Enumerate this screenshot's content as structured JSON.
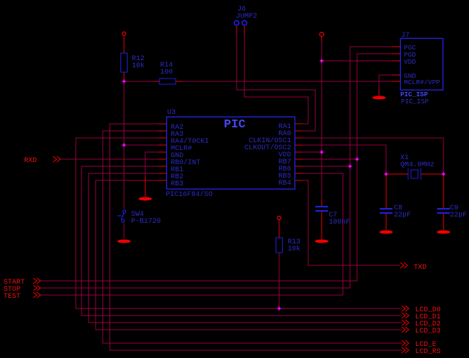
{
  "colors": {
    "background": "#000000",
    "wire": "#9A0042",
    "pin_wire": "#F00000",
    "label_red": "#F01010",
    "symbol_blue": "#2020D8",
    "text_blue": "#2C2CC2",
    "text_blue_bright": "#4646EE",
    "junction": "#FF00FF"
  },
  "pic": {
    "ref": "U3",
    "title": "PIC",
    "part": "PIC16F84/SO",
    "left_pins": [
      "RA2",
      "RA3",
      "RA4/T0CKI",
      "MCLR#",
      "GND",
      "RB0/INT",
      "RB1",
      "RB2",
      "RB3"
    ],
    "right_pins": [
      "RA1",
      "RA0",
      "CLKIN/OSC1",
      "CLKOUT/OSC2",
      "VDD",
      "RB7",
      "RB6",
      "RB5",
      "RB4"
    ]
  },
  "isp": {
    "ref": "J7",
    "pins": [
      "PGC",
      "PGD",
      "VDD",
      "GND",
      "MCLR#/VPP"
    ],
    "value": "PIC_ISP",
    "name": "PIC_ISP"
  },
  "jumper": {
    "ref": "J6",
    "value": "JUMP2"
  },
  "resistors": {
    "r12": {
      "ref": "R12",
      "value": "10k"
    },
    "r13": {
      "ref": "R13",
      "value": "10k"
    },
    "r14": {
      "ref": "R14",
      "value": "100"
    }
  },
  "capacitors": {
    "c7": {
      "ref": "C7",
      "value": "100nF"
    },
    "c8": {
      "ref": "C8",
      "value": "22pF"
    },
    "c9": {
      "ref": "C9",
      "value": "22pF"
    }
  },
  "crystal": {
    "ref": "X1",
    "value": "QM4.0MHz"
  },
  "switch": {
    "ref": "SW4",
    "value": "P-B1720"
  },
  "net_labels": {
    "rxd": "RXD",
    "txd": "TXD",
    "start": "START",
    "stop": "STOP",
    "test": "TEST",
    "lcd_d0": "LCD_D0",
    "lcd_d1": "LCD_D1",
    "lcd_d2": "LCD_D2",
    "lcd_d3": "LCD_D3",
    "lcd_e": "LCD_E",
    "lcd_rs": "LCD_RS"
  }
}
